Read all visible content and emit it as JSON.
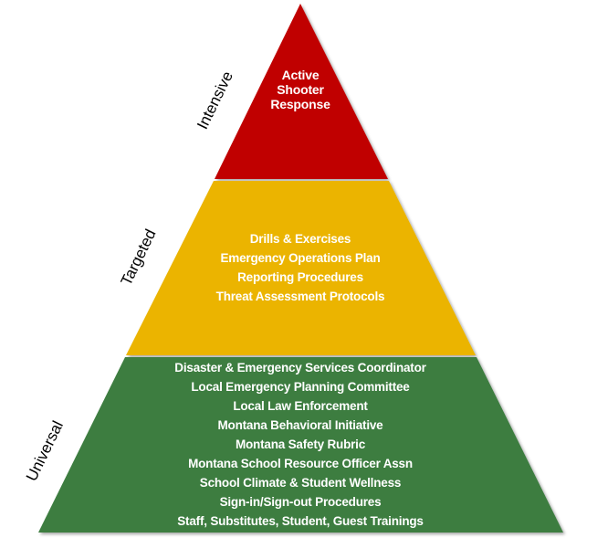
{
  "colors": {
    "intensive": "#C00000",
    "targeted": "#EBB400",
    "universal": "#3C7D3F"
  },
  "tiers": {
    "intensive": {
      "label": "Intensive",
      "items": [
        "Active",
        "Shooter",
        "Response"
      ]
    },
    "targeted": {
      "label": "Targeted",
      "items": [
        "Drills & Exercises",
        "Emergency Operations Plan",
        "Reporting Procedures",
        "Threat Assessment Protocols"
      ]
    },
    "universal": {
      "label": "Universal",
      "items": [
        "Disaster & Emergency Services Coordinator",
        "Local Emergency Planning Committee",
        "Local Law Enforcement",
        "Montana Behavioral Initiative",
        "Montana Safety Rubric",
        "Montana School Resource Officer Assn",
        "School Climate & Student Wellness",
        "Sign-in/Sign-out Procedures",
        "Staff, Substitutes, Student, Guest Trainings"
      ]
    }
  }
}
